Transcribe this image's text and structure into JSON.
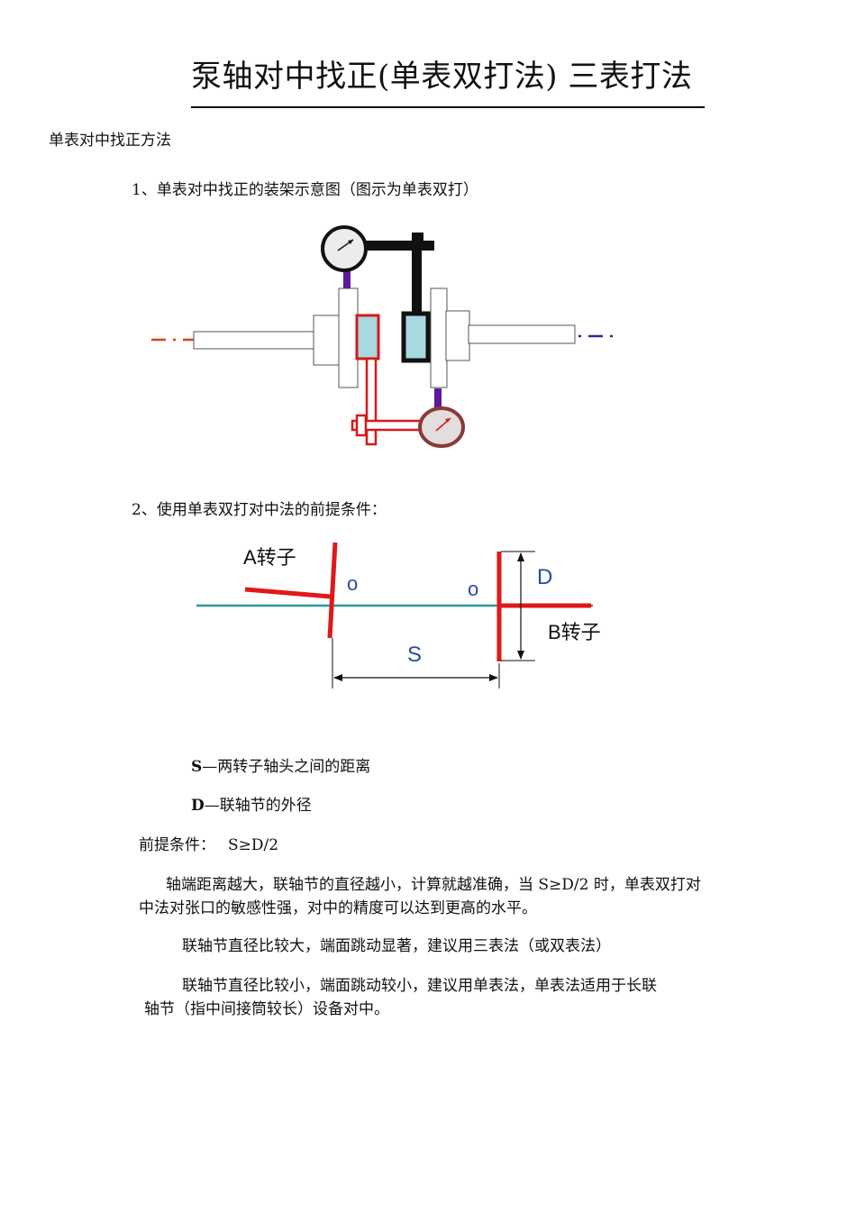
{
  "doc": {
    "title": "泵轴对中找正(单表双打法) 三表打法",
    "section_heading": "单表对中找正方法",
    "item1": "1、单表对中找正的装架示意图（图示为单表双打）",
    "item2": "2、使用单表双打对中法的前提条件：",
    "fig2": {
      "label_a": "A转子",
      "label_b": "B转子",
      "label_o1": "o",
      "label_o2": "o",
      "label_d": "D",
      "label_s": "S"
    },
    "def_s_key": "S",
    "def_s_text": "—两转子轴头之间的距离",
    "def_d_key": "D",
    "def_d_text": "—联轴节的外径",
    "condition_label": "前提条件：",
    "condition_value": "S≥D/2",
    "para1_line1": "轴端距离越大，联轴节的直径越小，计算就越准确，当  S≥D/2  时，单表双打对",
    "para1_line2": "中法对张口的敏感性强，对中的精度可以达到更高的水平。",
    "para2": "联轴节直径比较大，端面跳动显著，建议用三表法（或双表法）",
    "para3_line1": "联轴节直径比较小，端面跳动较小，建议用单表法，单表法适用于长联",
    "para3_line2": "轴节（指中间接筒较长）设备对中。"
  }
}
